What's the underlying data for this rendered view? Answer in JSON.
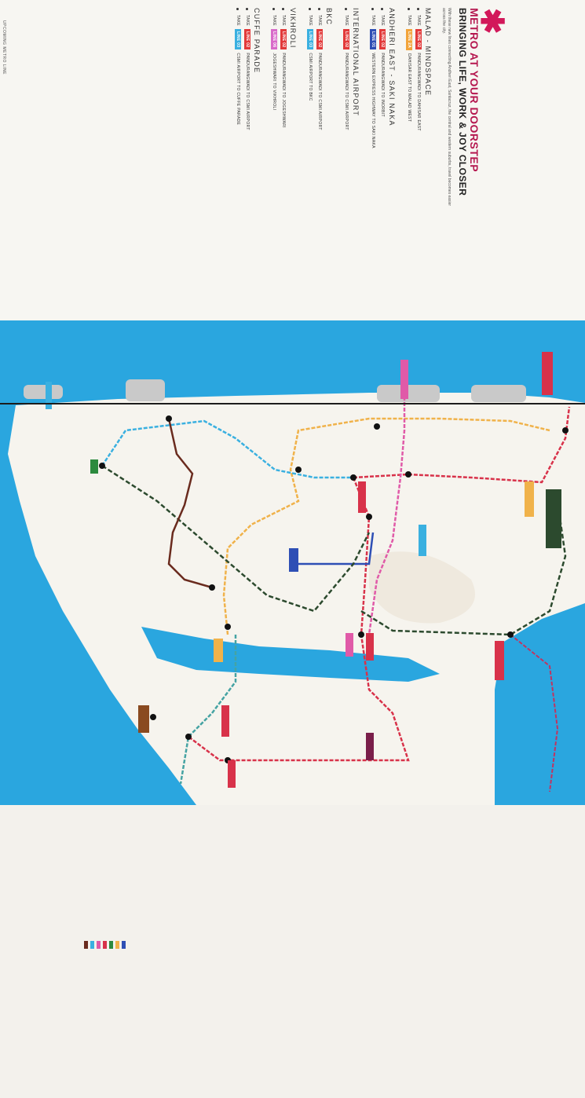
{
  "page": {
    "headline": "METRO AT YOUR DOORSTEP",
    "sub_headline": "BRINGING LIFE, WORK & JOY CLOSER",
    "intro": "With these new lines connecting Andheri East, Santacruz, the central and western suburbs, travel becomes easier across the city.",
    "side_note": "UPCOMING METRO LINE"
  },
  "routes": [
    {
      "title": "MALAD - MINDSPACE",
      "items": [
        {
          "take": "TAKE",
          "line": "LINE 02",
          "color": "#e23a3a",
          "text": "PANDURANGWADI TO DAHISAR EAST"
        },
        {
          "take": "TAKE",
          "line": "LINE 2A",
          "color": "#f2a43a",
          "text": "DAHISAR EAST TO MALAD WEST"
        }
      ]
    },
    {
      "title": "ANDHERI EAST - SAKI NAKA",
      "items": [
        {
          "take": "TAKE",
          "line": "LINE 02",
          "color": "#e23a3a",
          "text": "PANDURANGWADI TO INORBIT"
        },
        {
          "take": "TAKE",
          "line": "LINE 01",
          "color": "#2e4fb5",
          "text": "WESTERN EXPRESS HIGHWAY TO SAKI NAKA"
        }
      ]
    },
    {
      "title": "INTERNATIONAL AIRPORT",
      "items": [
        {
          "take": "TAKE",
          "line": "LINE 02",
          "color": "#e23a3a",
          "text": "PANDURANGWADI TO CSMI AIRPORT"
        }
      ]
    },
    {
      "title": "BKC",
      "items": [
        {
          "take": "TAKE",
          "line": "LINE 02",
          "color": "#e23a3a",
          "text": "PANDURANGWADI TO CSMI AIRPORT"
        },
        {
          "take": "TAKE",
          "line": "LINE 03",
          "color": "#3ab0e0",
          "text": "CSMI AIRPORT TO BKC"
        }
      ]
    },
    {
      "title": "VIKHROLI",
      "items": [
        {
          "take": "TAKE",
          "line": "LINE 02",
          "color": "#e23a3a",
          "text": "PANDURANGWADI TO JOGESHWARI"
        },
        {
          "take": "TAKE",
          "line": "LINE 06",
          "color": "#d86bc9",
          "text": "JOGESHWARI TO VIKHROLI"
        }
      ]
    },
    {
      "title": "CUFFE PARADE",
      "items": [
        {
          "take": "TAKE",
          "line": "LINE 02",
          "color": "#e23a3a",
          "text": "PANDURANGWADI TO CSMI AIRPORT"
        },
        {
          "take": "TAKE",
          "line": "LINE 03",
          "color": "#3ab0e0",
          "text": "CSMI AIRPORT TO CUFFE PARADE"
        }
      ]
    }
  ],
  "colors": {
    "sea": "#2aa6df",
    "land": "#f6f4ee",
    "accent": "#d2185a",
    "line_red": "#d8324a",
    "line_orange": "#f0b24a",
    "line_blue": "#2e4fb5",
    "line_cyan": "#3ab0e0",
    "line_pink": "#e05aa8",
    "line_green_dark": "#2c4a2e",
    "line_brown": "#6a2b1e",
    "line_teal": "#45a3a3"
  }
}
